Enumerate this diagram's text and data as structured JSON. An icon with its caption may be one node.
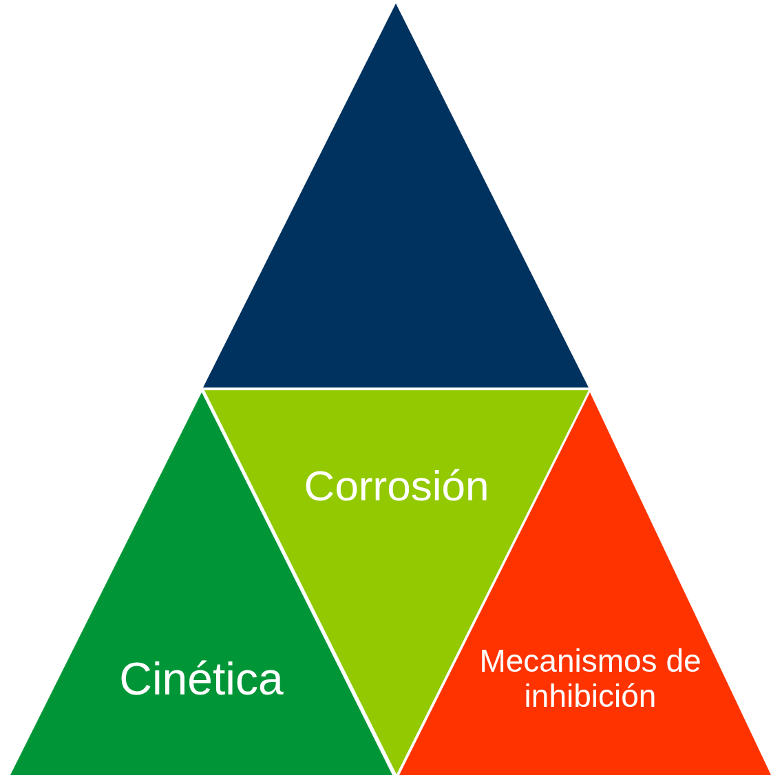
{
  "diagram": {
    "nodes": [
      {
        "text": [],
        "shape": "triangle"
      },
      {
        "text": [
          "Corrosión"
        ]
      },
      {
        "text": [
          "Cinética"
        ]
      },
      {
        "text": [
          "Mecanismos de inhibición"
        ]
      }
    ]
  }
}
